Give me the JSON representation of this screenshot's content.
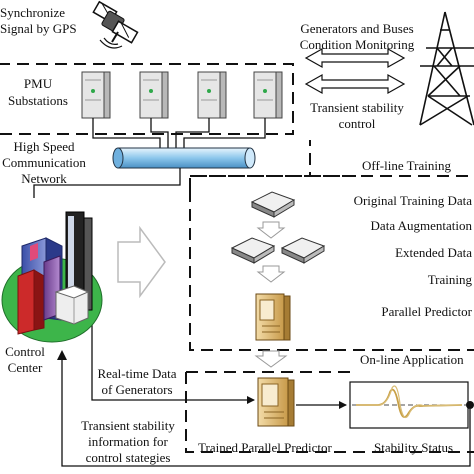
{
  "gps_label": [
    "Synchronize",
    "Signal by GPS"
  ],
  "pmu_label": [
    "PMU",
    "Substations"
  ],
  "monitoring_label": [
    "Generators and Buses",
    "Condition Monitoring"
  ],
  "transient_control_label": [
    "Transient stability",
    "control"
  ],
  "network_label": [
    "High Speed",
    "Communication",
    "Network"
  ],
  "offline_title": "Off-line Training",
  "offline_steps": [
    "Original Training Data",
    "Data Augmentation",
    "Extended Data",
    "Training",
    "Parallel Predictor"
  ],
  "online_title": "On-line Application",
  "realtime_label": [
    "Real-time Data",
    "of Generators"
  ],
  "trained_predictor_label": "Trained Parallel Predictor",
  "stability_status_label": "Stability Status",
  "feedback_label": [
    "Transient stability",
    "information for",
    "control stategies"
  ],
  "control_center_label": [
    "Control",
    "Center"
  ],
  "colors": {
    "line": "#111111",
    "pipe": "#a9d3ef",
    "server": "#e0e0e0",
    "predictor": "#e8c886",
    "curve": "#c8a046"
  }
}
